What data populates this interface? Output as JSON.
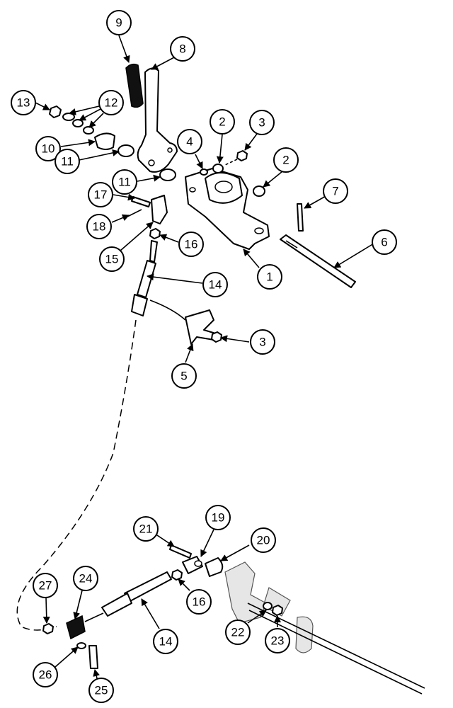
{
  "callouts": [
    "1",
    "2",
    "2",
    "3",
    "3",
    "4",
    "5",
    "6",
    "7",
    "8",
    "9",
    "10",
    "11",
    "11",
    "12",
    "13",
    "14",
    "14",
    "15",
    "16",
    "16",
    "17",
    "18",
    "19",
    "20",
    "21",
    "22",
    "23",
    "24",
    "25",
    "26",
    "27"
  ]
}
